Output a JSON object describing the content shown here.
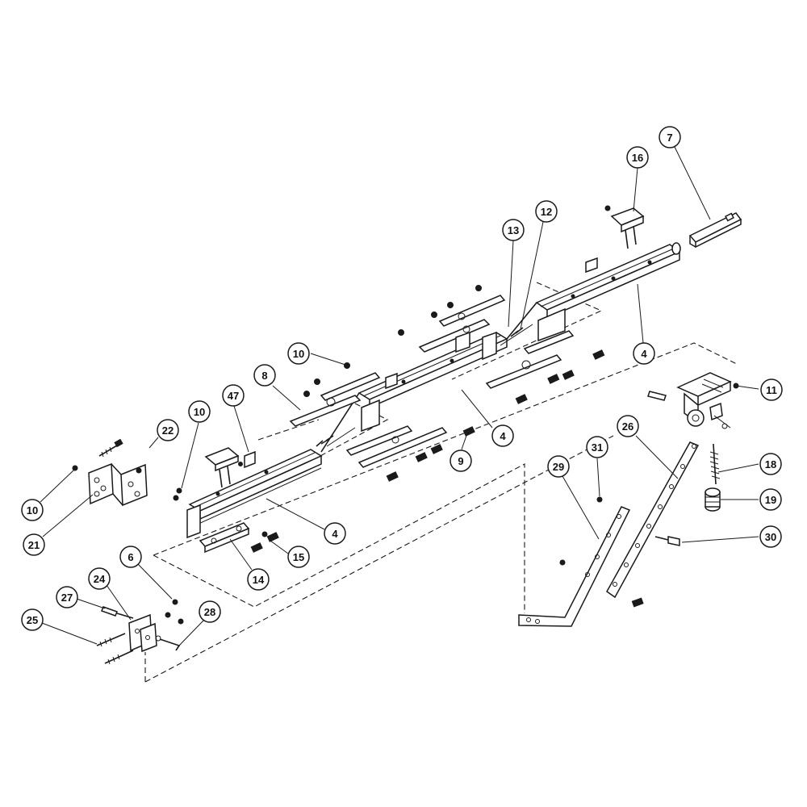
{
  "callouts": [
    {
      "id": "c7",
      "label": "7"
    },
    {
      "id": "c16",
      "label": "16"
    },
    {
      "id": "c12",
      "label": "12"
    },
    {
      "id": "c13",
      "label": "13"
    },
    {
      "id": "c4a",
      "label": "4"
    },
    {
      "id": "c10a",
      "label": "10"
    },
    {
      "id": "c8",
      "label": "8"
    },
    {
      "id": "c47",
      "label": "47"
    },
    {
      "id": "c10b",
      "label": "10"
    },
    {
      "id": "c22",
      "label": "22"
    },
    {
      "id": "c4b",
      "label": "4"
    },
    {
      "id": "c9",
      "label": "9"
    },
    {
      "id": "c11",
      "label": "11"
    },
    {
      "id": "c26",
      "label": "26"
    },
    {
      "id": "c31",
      "label": "31"
    },
    {
      "id": "c29",
      "label": "29"
    },
    {
      "id": "c18",
      "label": "18"
    },
    {
      "id": "c19",
      "label": "19"
    },
    {
      "id": "c30",
      "label": "30"
    },
    {
      "id": "c10c",
      "label": "10"
    },
    {
      "id": "c21",
      "label": "21"
    },
    {
      "id": "c4c",
      "label": "4"
    },
    {
      "id": "c15",
      "label": "15"
    },
    {
      "id": "c14",
      "label": "14"
    },
    {
      "id": "c6",
      "label": "6"
    },
    {
      "id": "c24",
      "label": "24"
    },
    {
      "id": "c27",
      "label": "27"
    },
    {
      "id": "c28",
      "label": "28"
    },
    {
      "id": "c25",
      "label": "25"
    }
  ]
}
